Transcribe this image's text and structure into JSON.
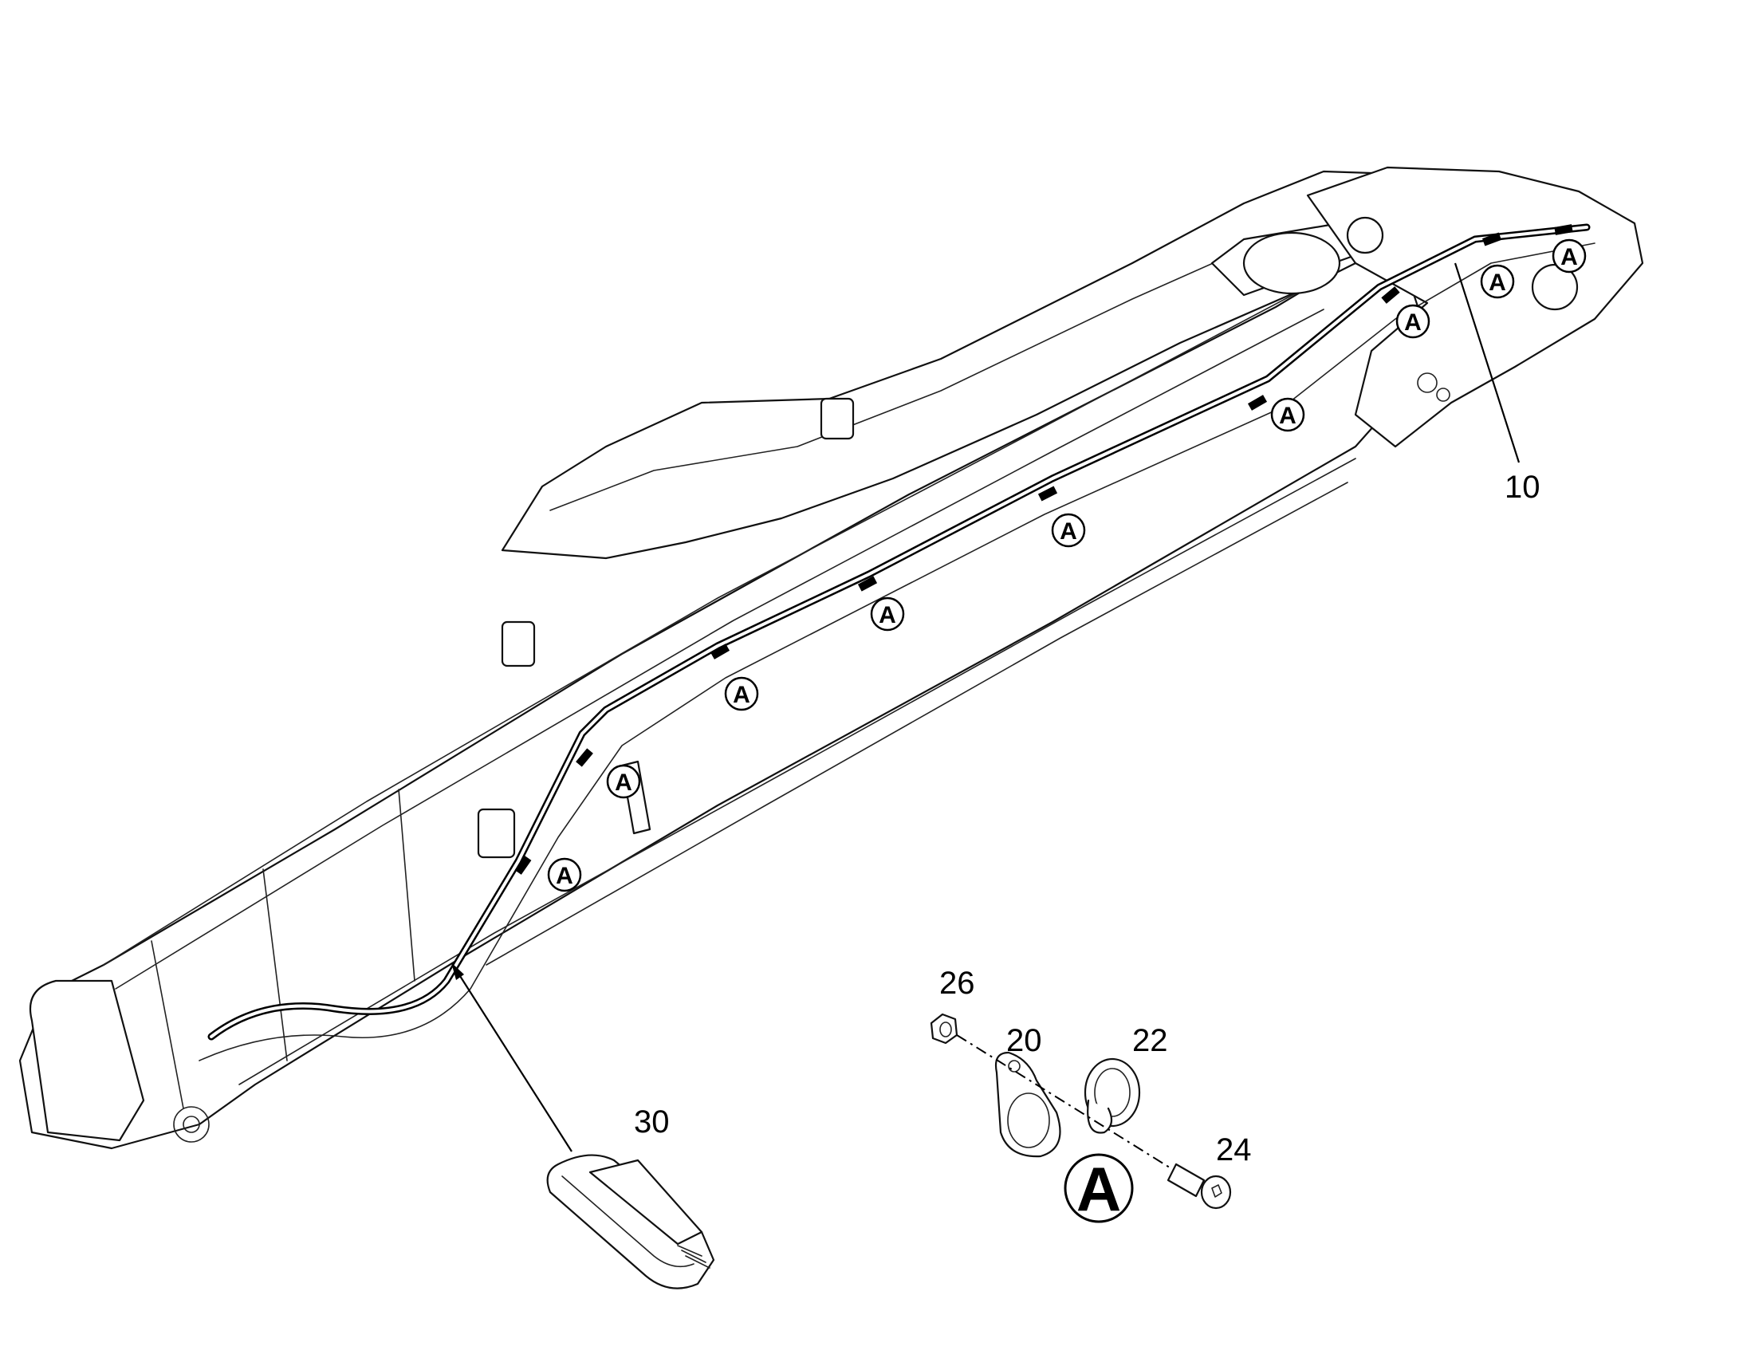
{
  "callouts": {
    "c10": "10",
    "c20": "20",
    "c22": "22",
    "c24": "24",
    "c26": "26",
    "c30": "30"
  },
  "markers": {
    "label": "A",
    "count": 9
  },
  "detail": {
    "label": "A"
  },
  "colors": {
    "line": "#000000",
    "background": "#ffffff"
  }
}
